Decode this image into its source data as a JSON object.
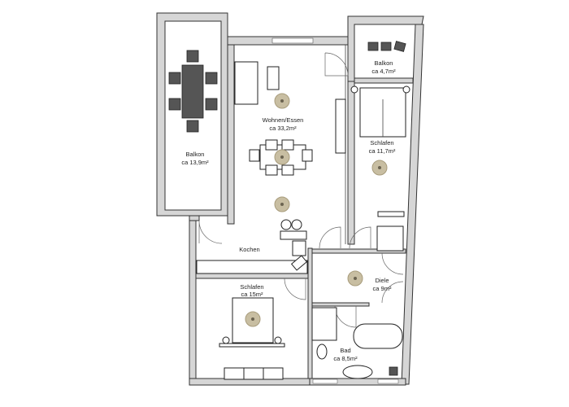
{
  "rooms": [
    {
      "name": "Balkon",
      "area": "ca 13,9m²"
    },
    {
      "name": "Wohnen/Essen",
      "area": "ca 33,2m²"
    },
    {
      "name": "Balkon",
      "area": "ca 4,7m²"
    },
    {
      "name": "Schlafen",
      "area": "ca 11,7m²"
    },
    {
      "name": "Kochen",
      "area": ""
    },
    {
      "name": "Schlafen",
      "area": "ca 15m²"
    },
    {
      "name": "Diele",
      "area": "ca 9m²"
    },
    {
      "name": "Bad",
      "area": "ca 8,5m²"
    }
  ],
  "colors": {
    "wall": "#d6d6d6",
    "outline": "#333333",
    "lamp": "#c8bea2"
  }
}
